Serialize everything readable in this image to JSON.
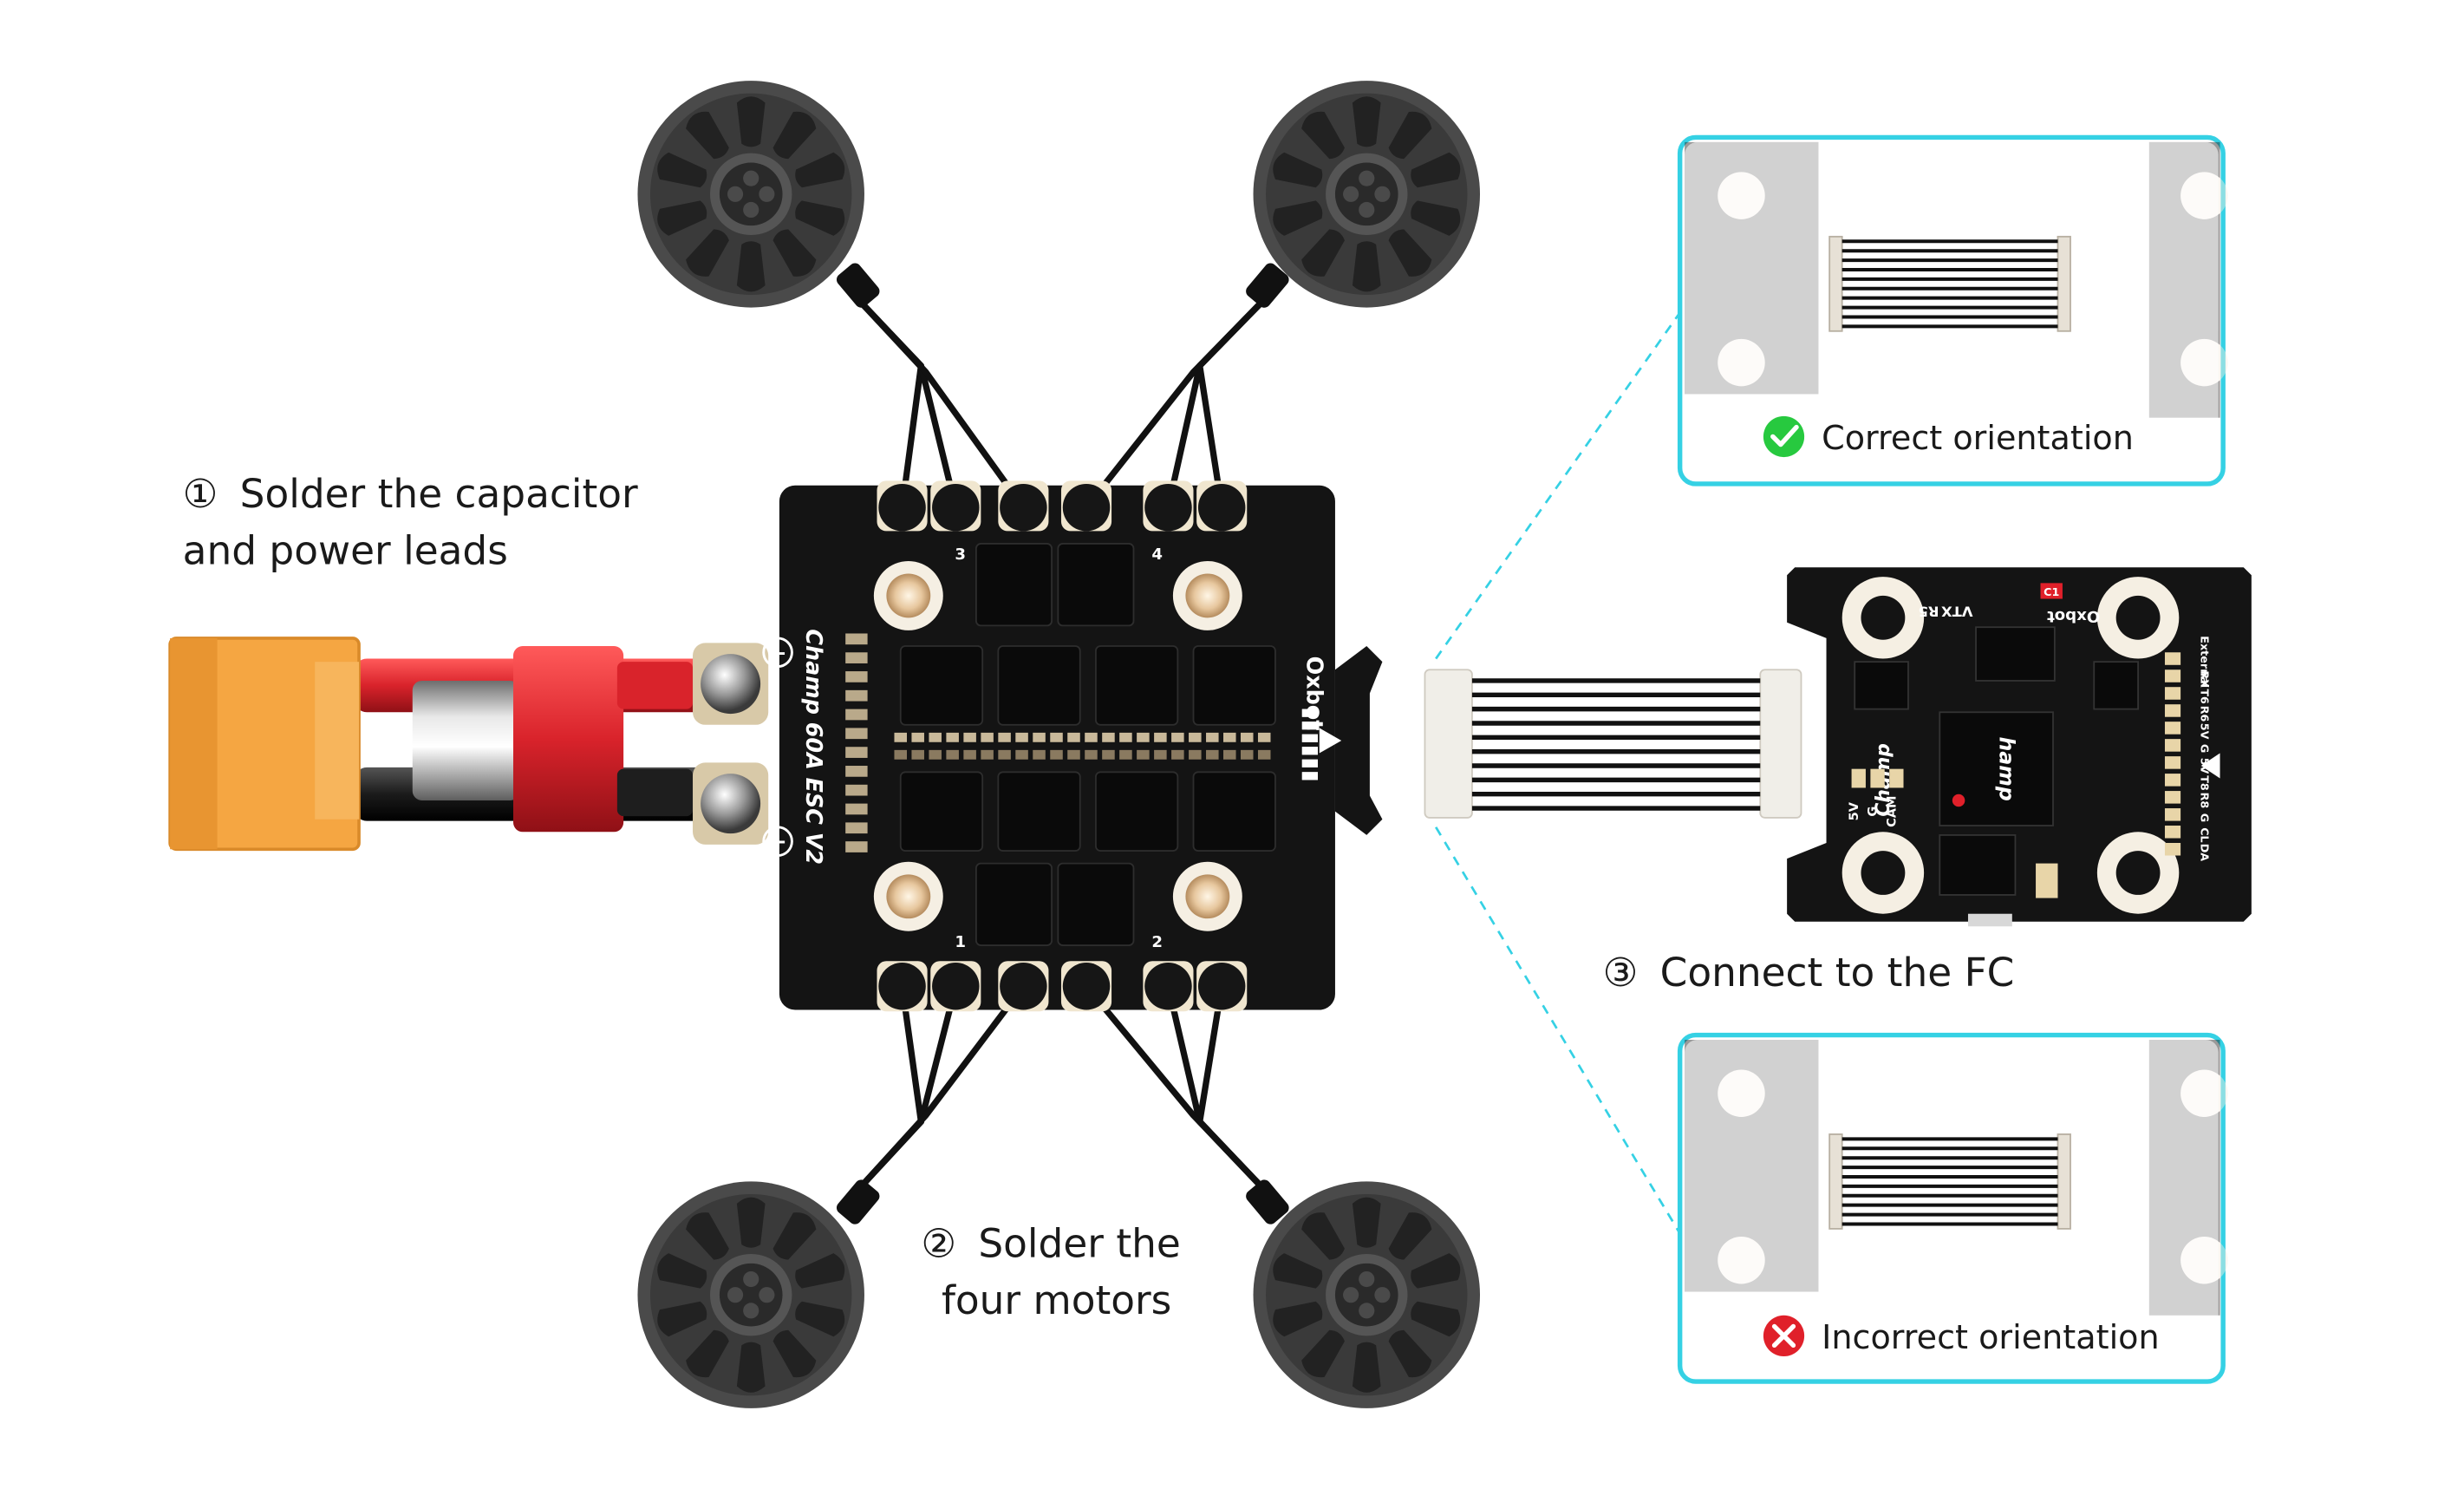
{
  "steps": {
    "step1_marker": "①",
    "step1_line1": "Solder the capacitor",
    "step1_line2": "and power leads",
    "step2_marker": "②",
    "step2_line1": "Solder the",
    "step2_line2": "four motors",
    "step3_marker": "③",
    "step3_line1": "Connect to the FC"
  },
  "panels": {
    "correct_label": "Correct orientation",
    "incorrect_label": "Incorrect orientation"
  },
  "esc_board": {
    "brand": "Oxbot",
    "model": "Champ 60A ESC V2",
    "minus": "−",
    "plus": "+",
    "motor_labels": [
      "1",
      "2",
      "3",
      "4"
    ]
  },
  "fc_board": {
    "brand": "Oxbot",
    "name": "Champ",
    "pads_left": [
      "5V",
      "G",
      "CAM"
    ],
    "pads_top": [
      "R5",
      "VTX"
    ],
    "pads_right": [
      "External",
      "RX",
      "T6",
      "R6",
      "5V",
      "G",
      "5V",
      "T8",
      "R8",
      "G",
      "CL",
      "DA"
    ],
    "chip_logo": "hamp",
    "mark": "C1"
  },
  "colors": {
    "accent_cyan": "#35d1e4",
    "correct_green": "#27c93f",
    "incorrect_red": "#e0202a",
    "board_black": "#141414",
    "xt60_orange": "#f5a642",
    "lead_red": "#d9232b"
  }
}
